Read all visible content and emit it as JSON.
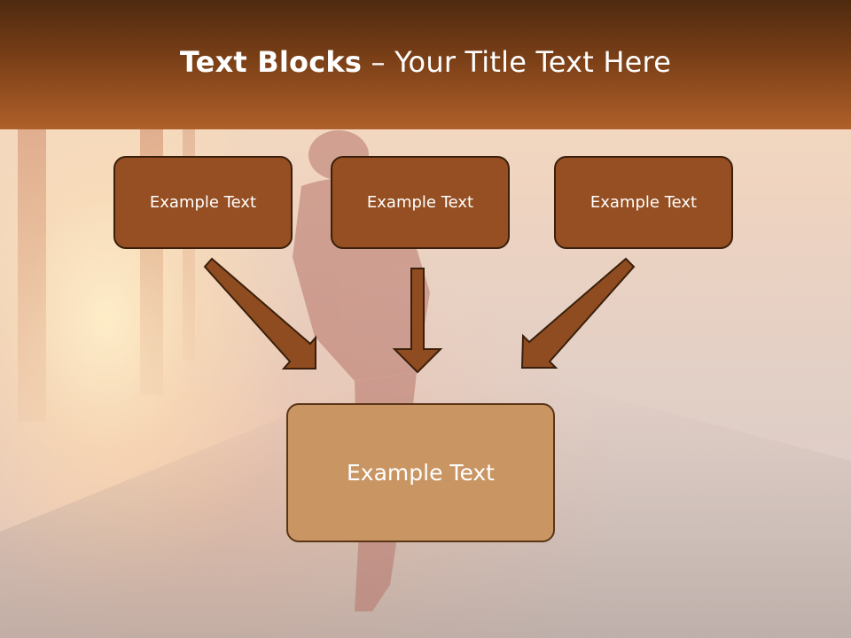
{
  "slide": {
    "title_bold": "Text Blocks",
    "title_separator": " – ",
    "title_rest": "Your Title Text Here",
    "top_boxes": [
      {
        "label": "Example Text"
      },
      {
        "label": "Example Text"
      },
      {
        "label": "Example Text"
      }
    ],
    "bottom_box": {
      "label": "Example Text"
    }
  },
  "colors": {
    "title_bar": "#7a3f17",
    "top_box_fill": "#954f22",
    "bottom_box_fill": "#c99563",
    "arrow_fill": "#8f4c20",
    "outline": "#3a1f0c"
  },
  "icons": [
    "arrow-down-right-icon",
    "arrow-down-icon",
    "arrow-down-left-icon"
  ]
}
